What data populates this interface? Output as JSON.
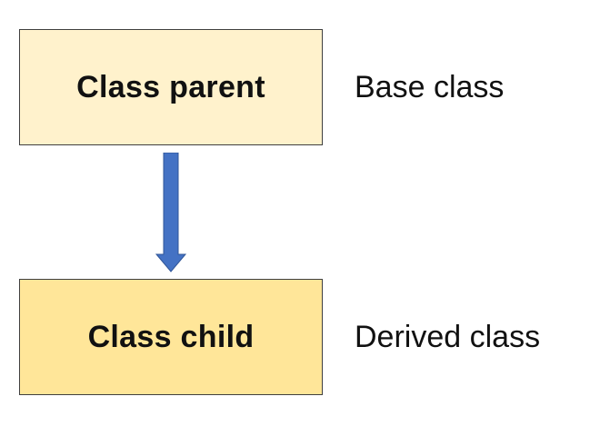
{
  "diagram": {
    "parent": {
      "box_label": "Class parent",
      "side_label": "Base class",
      "fill_color": "#fff2cc"
    },
    "child": {
      "box_label": "Class child",
      "side_label": "Derived class",
      "fill_color": "#ffe699"
    },
    "arrow": {
      "direction": "down",
      "from": "parent",
      "to": "child",
      "color": "#4472c4"
    },
    "border_color": "#3f3f3f"
  }
}
